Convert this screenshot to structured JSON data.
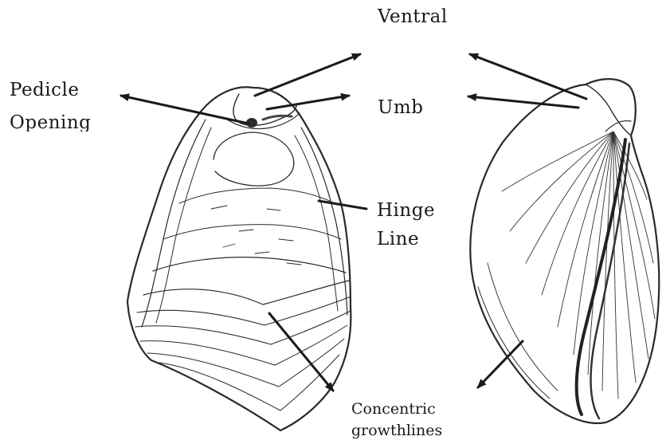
{
  "labels": {
    "ventral": "Ventral",
    "pedicle_line1": "Pedicle",
    "pedicle_line2": "Opening",
    "umb": "Umb",
    "hinge_line1": "Hinge",
    "hinge_line2": "Line",
    "concentric_line1": "Concentric",
    "concentric_line2": "growthlines"
  },
  "colors": {
    "ink": "#1a1a1a",
    "background": "#ffffff"
  }
}
